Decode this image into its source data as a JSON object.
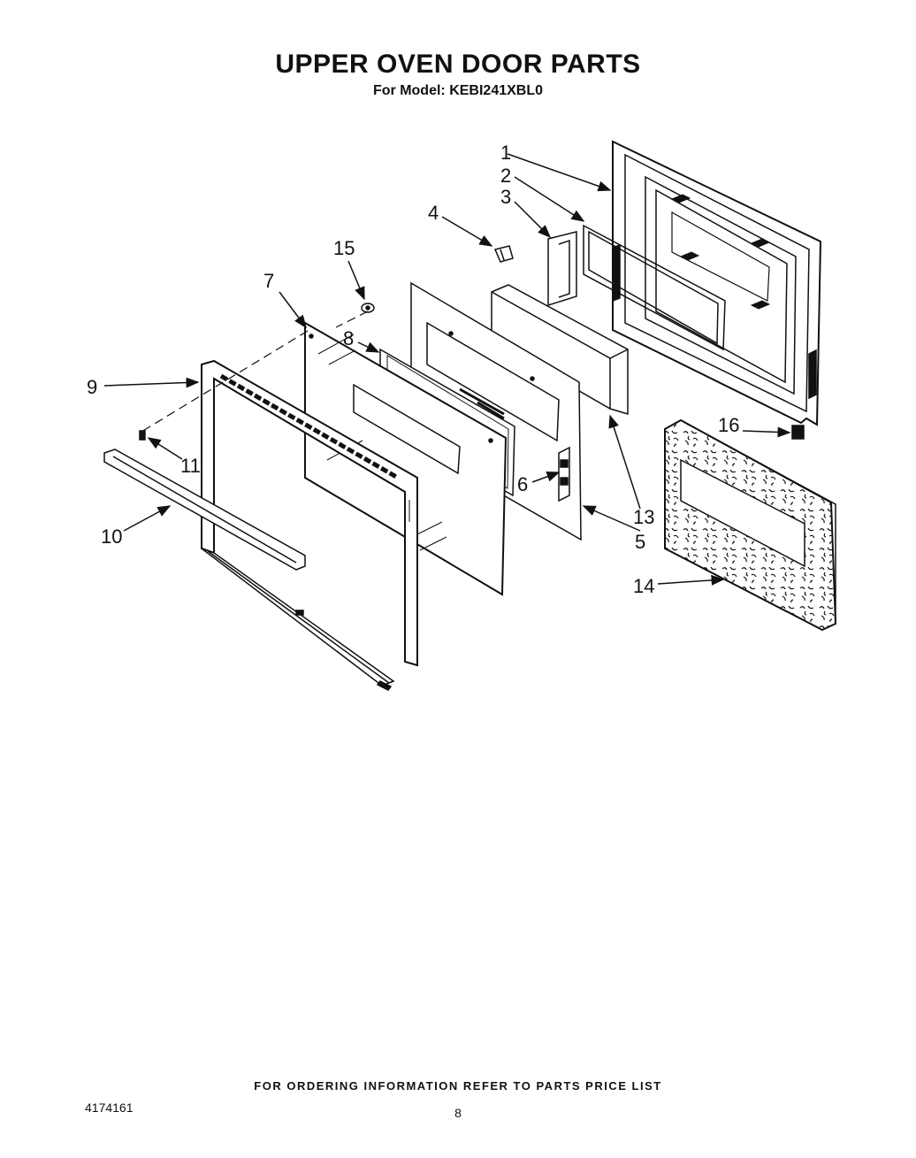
{
  "title": "UPPER OVEN DOOR PARTS",
  "subtitle": "For Model: KEBI241XBL0",
  "callouts": {
    "p1": "1",
    "p2": "2",
    "p3": "3",
    "p4": "4",
    "p5": "5",
    "p6": "6",
    "p7": "7",
    "p8": "8",
    "p9": "9",
    "p10": "10",
    "p11": "11",
    "p13": "13",
    "p14": "14",
    "p15": "15",
    "p16": "16"
  },
  "footer": {
    "ordering_note": "FOR ORDERING INFORMATION REFER TO PARTS PRICE LIST",
    "document_number": "4174161",
    "page_number": "8"
  }
}
